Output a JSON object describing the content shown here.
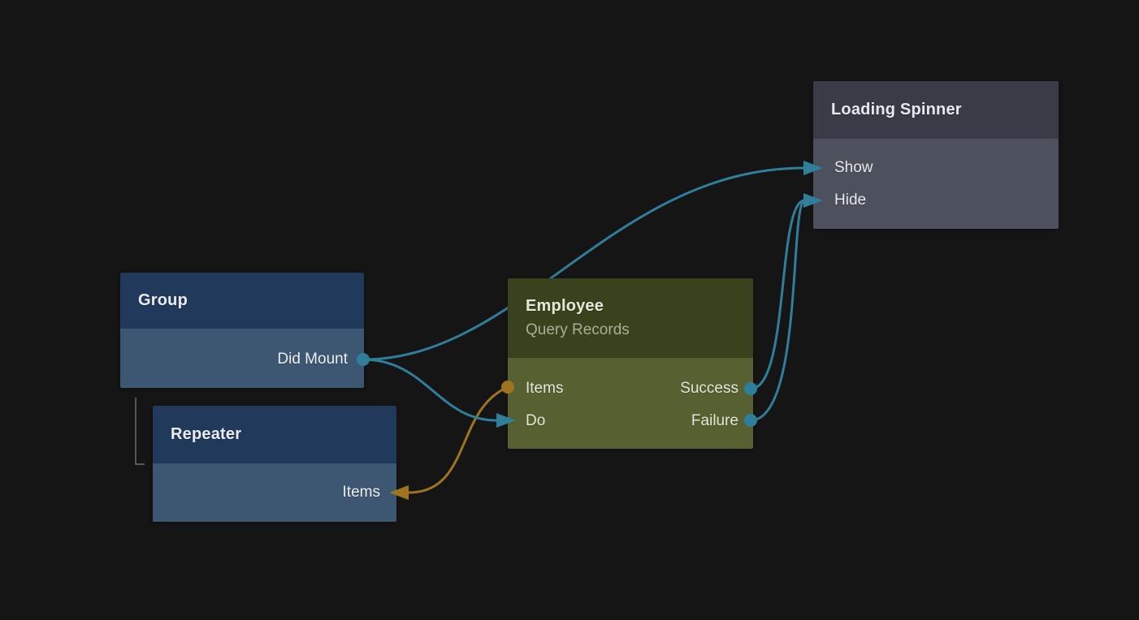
{
  "app": {
    "view": "workflow-node-canvas",
    "background": "#151515"
  },
  "colors": {
    "flow_edge": "#2F7E9A",
    "data_edge": "#9E741F",
    "hierarchy_line": "#56575B",
    "node_blue_header": "#21395B",
    "node_blue_body": "#3D5672",
    "node_green_header": "#38431D",
    "node_green_body": "#566031",
    "node_gray_header": "#393C46",
    "node_gray_body": "#4D515D"
  },
  "nodes": {
    "group": {
      "title": "Group",
      "ports_out": [
        "Did Mount"
      ]
    },
    "repeater": {
      "title": "Repeater",
      "ports_in": [
        "Items"
      ]
    },
    "employee": {
      "title": "Employee",
      "subtitle": "Query Records",
      "ports_left": [
        "Items",
        "Do"
      ],
      "ports_right": [
        "Success",
        "Failure"
      ]
    },
    "loading_spinner": {
      "title": "Loading Spinner",
      "ports_in": [
        "Show",
        "Hide"
      ]
    }
  },
  "edges": [
    {
      "from": "Group.Did Mount",
      "to": "Loading Spinner.Show",
      "type": "flow"
    },
    {
      "from": "Group.Did Mount",
      "to": "Employee.Do",
      "type": "flow"
    },
    {
      "from": "Employee.Success",
      "to": "Loading Spinner.Hide",
      "type": "flow"
    },
    {
      "from": "Employee.Failure",
      "to": "Loading Spinner.Hide",
      "type": "flow"
    },
    {
      "from": "Employee.Items",
      "to": "Repeater.Items",
      "type": "data"
    }
  ],
  "hierarchy": [
    {
      "parent": "Group",
      "child": "Repeater"
    }
  ]
}
